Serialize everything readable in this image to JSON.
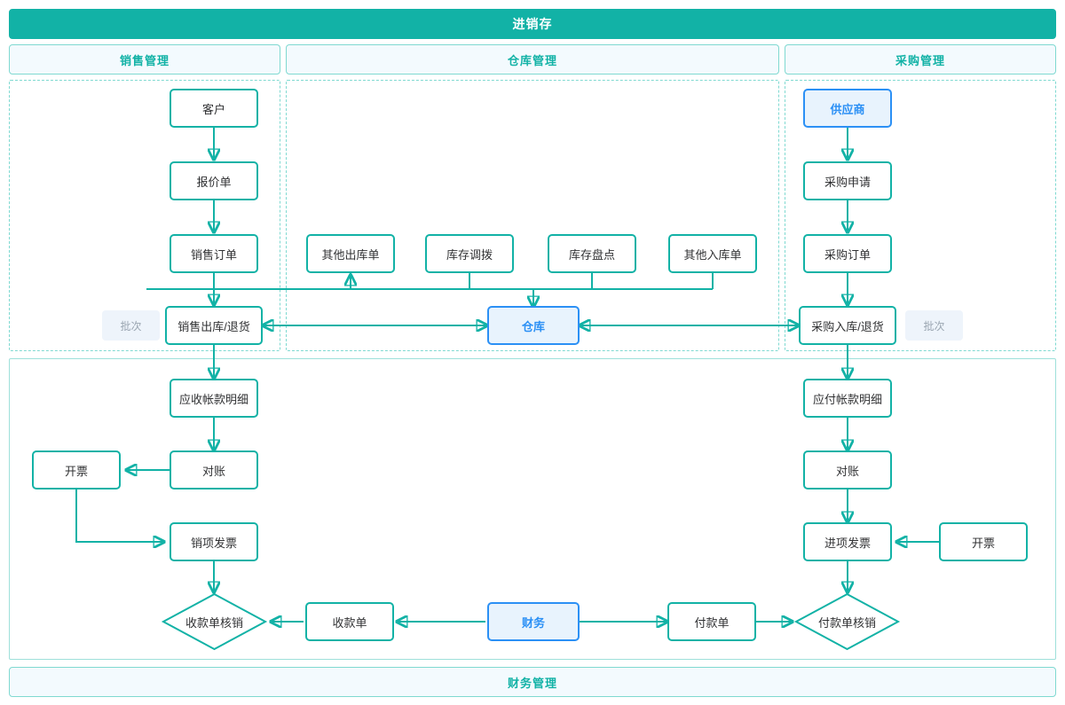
{
  "title": "进销存",
  "sections": {
    "sales": "销售管理",
    "warehouse": "仓库管理",
    "purchase": "采购管理",
    "finance": "财务管理"
  },
  "nodes": {
    "customer": "客户",
    "quotation": "报价单",
    "sales_order": "销售订单",
    "sales_outbound": "销售出库/退货",
    "batch_left": "批次",
    "other_outbound": "其他出库单",
    "stock_transfer": "库存调拨",
    "stock_count": "库存盘点",
    "other_inbound": "其他入库单",
    "warehouse": "仓库",
    "supplier": "供应商",
    "purchase_request": "采购申请",
    "purchase_order": "采购订单",
    "purchase_inbound": "采购入库/退货",
    "batch_right": "批次",
    "receivable_detail": "应收帐款明细",
    "reconcile_left": "对账",
    "invoice_left": "开票",
    "output_invoice": "销项发票",
    "receipt_writeoff": "收款单核销",
    "receipt_voucher": "收款单",
    "finance_hub": "财务",
    "payment_voucher": "付款单",
    "payment_writeoff": "付款单核销",
    "payable_detail": "应付帐款明细",
    "reconcile_right": "对账",
    "input_invoice": "进项发票",
    "invoice_right": "开票"
  },
  "colors": {
    "primary": "#12b2a6",
    "blue": "#2b90f5",
    "panel_bg": "#f3fafe",
    "badge_bg": "#eef4fb",
    "badge_text": "#9aa5b1",
    "node_text": "#303133"
  }
}
